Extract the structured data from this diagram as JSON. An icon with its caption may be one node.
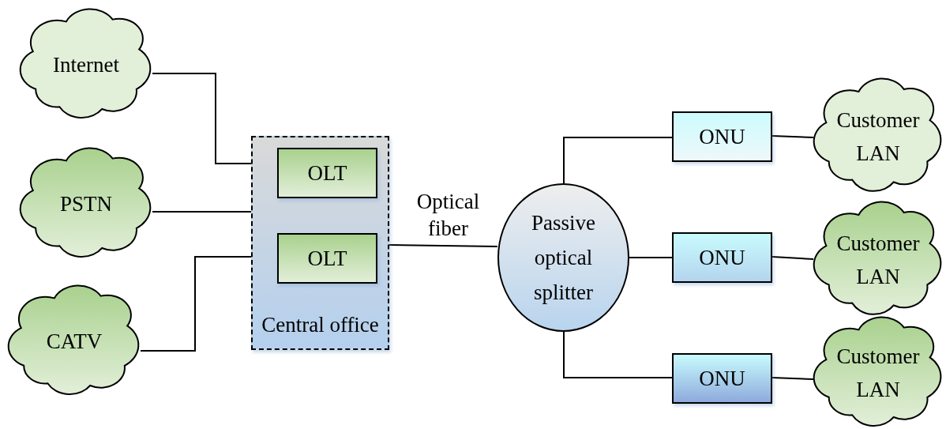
{
  "diagram": {
    "nodes": [
      {
        "text": [
          "Internet"
        ]
      },
      {
        "text": [
          "PSTN"
        ]
      },
      {
        "text": [
          "CATV"
        ]
      },
      {
        "text": [
          "Central office"
        ]
      },
      {
        "text": [
          "OLT"
        ],
        "in": 3
      },
      {
        "text": [
          "OLT"
        ],
        "in": 3
      },
      {
        "text": [
          "Passive optical splitter"
        ]
      },
      {
        "text": [
          "ONU"
        ]
      },
      {
        "text": [
          "ONU"
        ]
      },
      {
        "text": [
          "ONU"
        ]
      },
      {
        "text": [
          "Customer LAN"
        ]
      },
      {
        "text": [
          "Customer LAN"
        ]
      },
      {
        "text": [
          "Customer LAN"
        ]
      }
    ],
    "edges": [
      {
        "from": 0,
        "to": 3,
        "arrow": "none"
      },
      {
        "from": 1,
        "to": 3,
        "arrow": "none"
      },
      {
        "from": 2,
        "to": 3,
        "arrow": "none"
      },
      {
        "from": 3,
        "to": 6,
        "arrow": "none",
        "label": "Optical fiber"
      },
      {
        "from": 6,
        "to": 7,
        "arrow": "none"
      },
      {
        "from": 6,
        "to": 8,
        "arrow": "none"
      },
      {
        "from": 6,
        "to": 9,
        "arrow": "none"
      },
      {
        "from": 7,
        "to": 10,
        "arrow": "none"
      },
      {
        "from": 8,
        "to": 11,
        "arrow": "none"
      },
      {
        "from": 9,
        "to": 12,
        "arrow": "none"
      }
    ]
  }
}
